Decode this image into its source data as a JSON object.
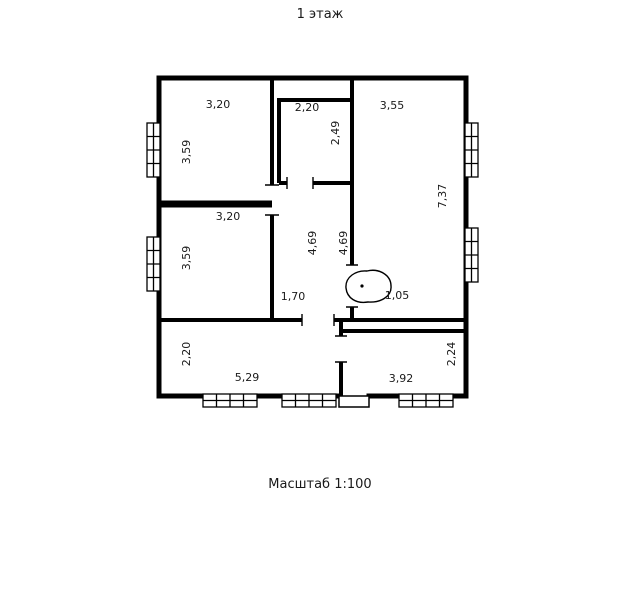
{
  "page": {
    "title": "1 этаж",
    "caption": "Масштаб 1:100"
  },
  "colors": {
    "background": "#ffffff",
    "wall": "#000000",
    "text": "#1a1a1a"
  },
  "dimensions": {
    "room_top_left": {
      "width": "3,20",
      "height": "3,59"
    },
    "vestibule": {
      "width": "2,20",
      "height": "2,49"
    },
    "room_top_right": {
      "width": "3,55",
      "height": "7,37"
    },
    "room_mid_left": {
      "width": "3,20",
      "height": "3,59"
    },
    "corridor": {
      "length_left": "4,69",
      "length_right": "4,69",
      "width": "1,70"
    },
    "fixture": {
      "width": "1,05"
    },
    "hall_bottom": {
      "width": "5,29",
      "height": "2,20"
    },
    "room_bottom_right": {
      "width": "3,92",
      "height": "2,24"
    }
  }
}
